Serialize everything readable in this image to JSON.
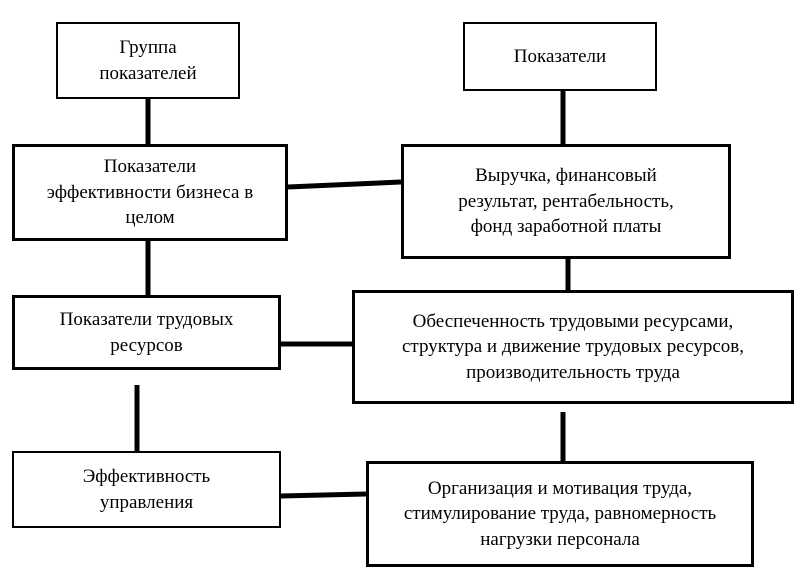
{
  "diagram": {
    "left_column": [
      {
        "id": "group-header",
        "label": "Группа\nпоказателей"
      },
      {
        "id": "business-efficiency",
        "label": "Показатели\nэффективности бизнеса в\nцелом"
      },
      {
        "id": "labor-resources",
        "label": "Показатели трудовых\nресурсов"
      },
      {
        "id": "management-efficiency",
        "label": "Эффективность\nуправления"
      }
    ],
    "right_column": [
      {
        "id": "indicators-header",
        "label": "Показатели"
      },
      {
        "id": "revenue-results",
        "label": "Выручка, финансовый\nрезультат, рентабельность,\nфонд заработной платы"
      },
      {
        "id": "labor-supply",
        "label": "Обеспеченность трудовыми ресурсами,\nструктура и движение трудовых ресурсов,\nпроизводительность труда"
      },
      {
        "id": "labor-organization",
        "label": "Организация и мотивация труда,\nстимулирование труда, равномерность\nнагрузки персонала"
      }
    ]
  },
  "colors": {
    "line": "#000000",
    "box_border": "#000000",
    "background": "#ffffff"
  }
}
